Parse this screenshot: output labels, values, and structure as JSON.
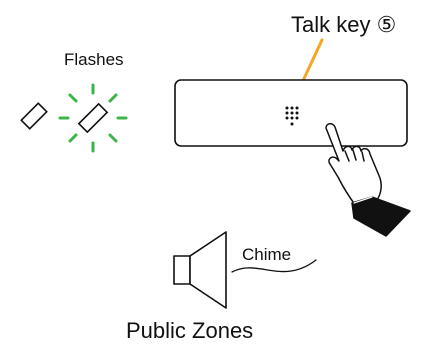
{
  "labels": {
    "talk_key": "Talk key ⑤",
    "flashes": "Flashes",
    "chime": "Chime",
    "public_zones": "Public Zones"
  },
  "colors": {
    "flash_green": "#3bb54a",
    "leader_orange": "#f5a623",
    "stroke": "#111111"
  }
}
